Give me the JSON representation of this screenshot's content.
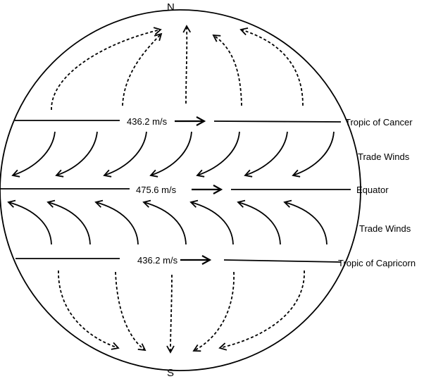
{
  "poles": {
    "north": "N",
    "south": "S"
  },
  "lines": {
    "tropic_cancer": "Tropic of Cancer",
    "equator": "Equator",
    "tropic_capricorn": "Tropic of Capricorn"
  },
  "zones": {
    "trade_winds_north": "Trade Winds",
    "trade_winds_south": "Trade Winds"
  },
  "speeds": {
    "tropic_cancer": "436.2 m/s",
    "equator": "475.6 m/s",
    "tropic_capricorn": "436.2 m/s"
  },
  "colors": {
    "ink": "#000000",
    "background": "#ffffff"
  }
}
